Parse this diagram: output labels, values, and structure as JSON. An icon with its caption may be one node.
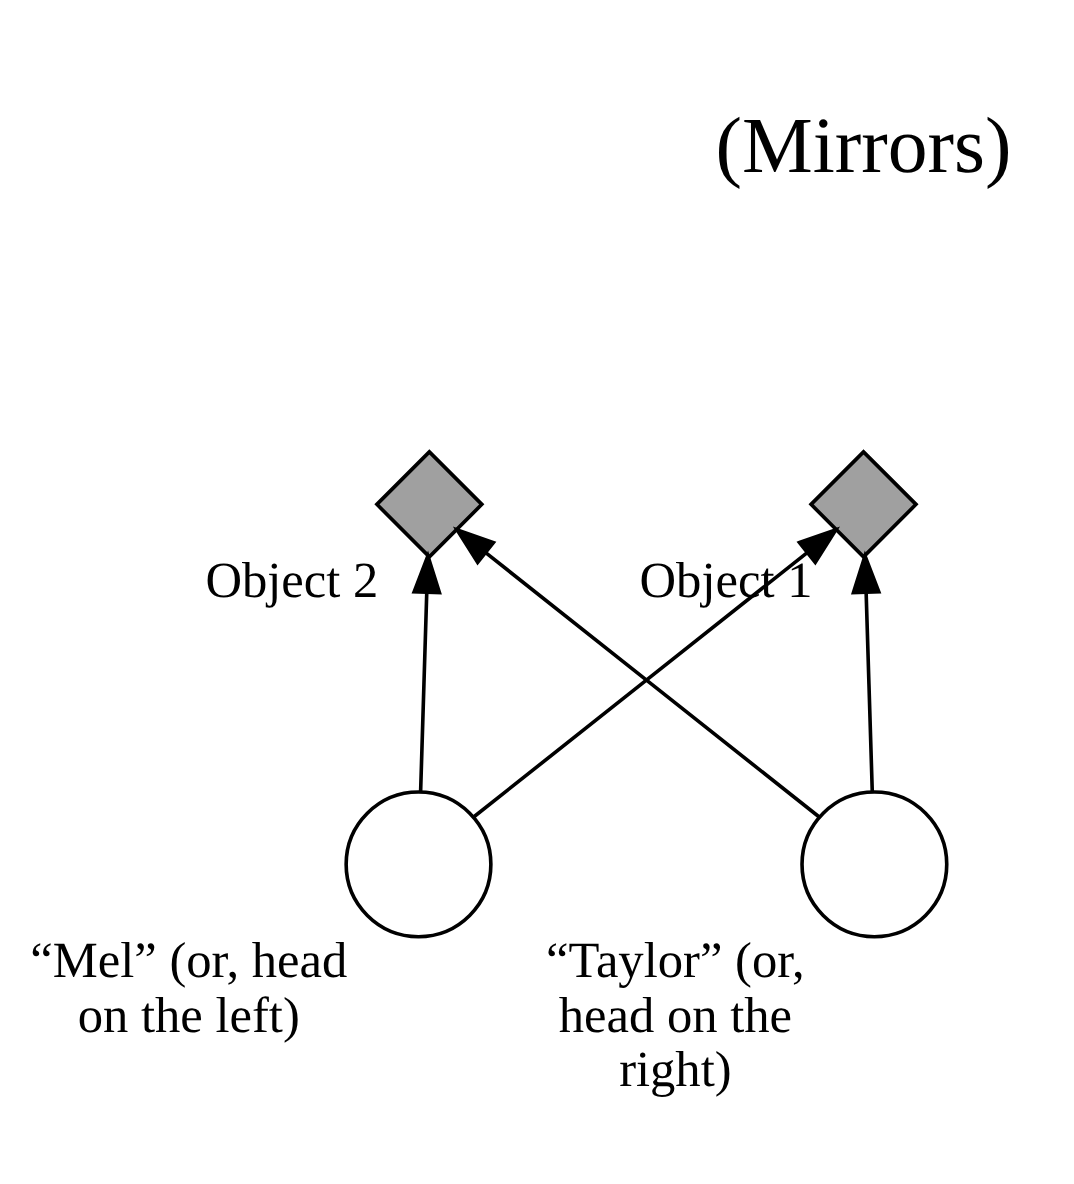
{
  "diagram": {
    "nodes": [
      {
        "text": [],
        "shape": "diamond",
        "beside": [
          "Object 2"
        ]
      },
      {
        "text": [],
        "shape": "diamond",
        "beside": [
          "Object 1"
        ]
      },
      {
        "text": [],
        "shape": "circle",
        "beside": [
          "“Mel” (or, head on the left)"
        ]
      },
      {
        "text": [],
        "shape": "circle",
        "beside": [
          "“Taylor” (or, head on the right)"
        ]
      }
    ],
    "edges": [
      {
        "from": 2,
        "to": 0,
        "arrow": "to"
      },
      {
        "from": 2,
        "to": 1,
        "arrow": "to"
      },
      {
        "from": 3,
        "to": 1,
        "arrow": "to"
      },
      {
        "from": 3,
        "to": 0,
        "arrow": "to"
      }
    ],
    "labels": [
      "(Mirrors)"
    ]
  }
}
